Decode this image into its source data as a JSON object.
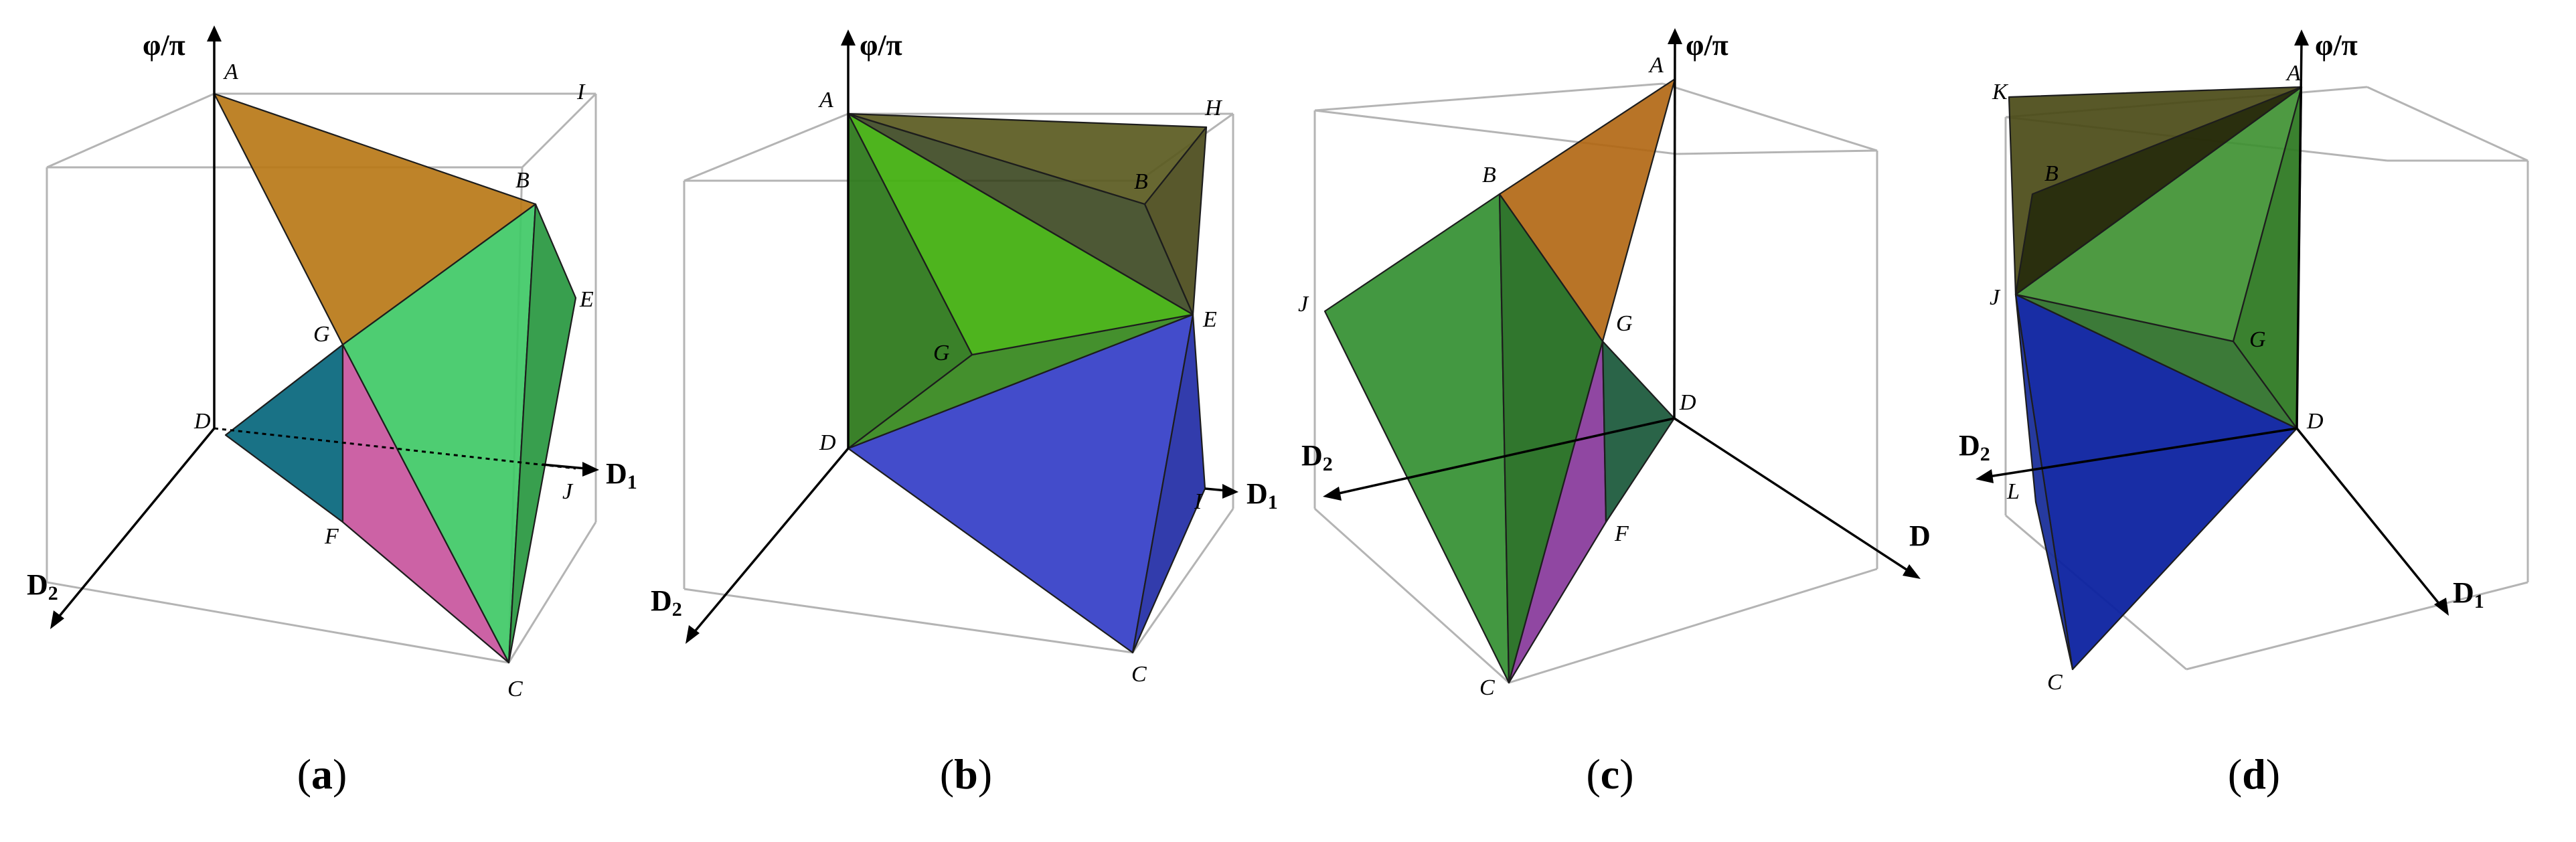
{
  "axis_labels": {
    "phi": "φ/π",
    "d1": "D",
    "d1_sub": "1",
    "d2": "D",
    "d2_sub": "2"
  },
  "panels": [
    {
      "id": "a",
      "caption": "a",
      "vertex_labels": [
        "A",
        "B",
        "I",
        "E",
        "G",
        "D",
        "J",
        "F",
        "C"
      ]
    },
    {
      "id": "b",
      "caption": "b",
      "vertex_labels": [
        "A",
        "H",
        "B",
        "E",
        "G",
        "D",
        "I",
        "C"
      ]
    },
    {
      "id": "c",
      "caption": "c",
      "vertex_labels": [
        "A",
        "B",
        "J",
        "G",
        "D",
        "F",
        "C"
      ]
    },
    {
      "id": "d",
      "caption": "d",
      "vertex_labels": [
        "K",
        "A",
        "B",
        "J",
        "G",
        "D",
        "L",
        "C"
      ]
    }
  ],
  "colors": {
    "orange": "#b97817",
    "teal": "#0d6a7f",
    "pink": "#c95aa0",
    "light_green": "#3fc966",
    "mid_green": "#2d9a45",
    "olive": "#5a5a20",
    "bright_green": "#44b012",
    "blue": "#3942c8",
    "dark_blue": "#0c22a0",
    "purple": "#8a3d9d",
    "box_line": "#b4b4b4"
  }
}
